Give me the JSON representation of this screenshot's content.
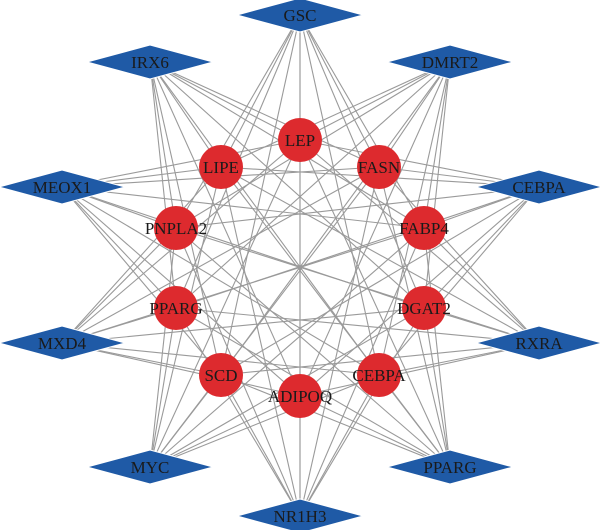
{
  "network": {
    "colors": {
      "regulator_fill": "#1f5aa6",
      "gene_fill": "#dd2a2e",
      "edge": "#9a9a9a",
      "label": "#1a1a1a"
    },
    "regulators": [
      {
        "id": "GSC",
        "label": "GSC",
        "shape": "diamond"
      },
      {
        "id": "IRX6",
        "label": "IRX6",
        "shape": "diamond"
      },
      {
        "id": "DMRT2",
        "label": "DMRT2",
        "shape": "diamond"
      },
      {
        "id": "MEOX1",
        "label": "MEOX1",
        "shape": "diamond"
      },
      {
        "id": "CEBPA_TF",
        "label": "CEBPA",
        "shape": "diamond"
      },
      {
        "id": "MXD4",
        "label": "MXD4",
        "shape": "diamond"
      },
      {
        "id": "RXRA",
        "label": "RXRA",
        "shape": "diamond"
      },
      {
        "id": "MYC",
        "label": "MYC",
        "shape": "diamond"
      },
      {
        "id": "PPARG_TF",
        "label": "PPARG",
        "shape": "diamond"
      },
      {
        "id": "NR1H3",
        "label": "NR1H3",
        "shape": "diamond"
      }
    ],
    "genes": [
      {
        "id": "LEP",
        "label": "LEP",
        "shape": "circle"
      },
      {
        "id": "LIPE",
        "label": "LIPE",
        "shape": "circle"
      },
      {
        "id": "FASN",
        "label": "FASN",
        "shape": "circle"
      },
      {
        "id": "PNPLA2",
        "label": "PNPLA2",
        "shape": "circle"
      },
      {
        "id": "FABP4",
        "label": "FABP4",
        "shape": "circle"
      },
      {
        "id": "PPARG",
        "label": "PPARG",
        "shape": "circle"
      },
      {
        "id": "DGAT2",
        "label": "DGAT2",
        "shape": "circle"
      },
      {
        "id": "SCD",
        "label": "SCD",
        "shape": "circle"
      },
      {
        "id": "CEBPA",
        "label": "CEBPA",
        "shape": "circle"
      },
      {
        "id": "ADIPOQ",
        "label": "ADIPOQ",
        "shape": "circle"
      }
    ],
    "edge_rule": "every regulator connects to every gene"
  }
}
